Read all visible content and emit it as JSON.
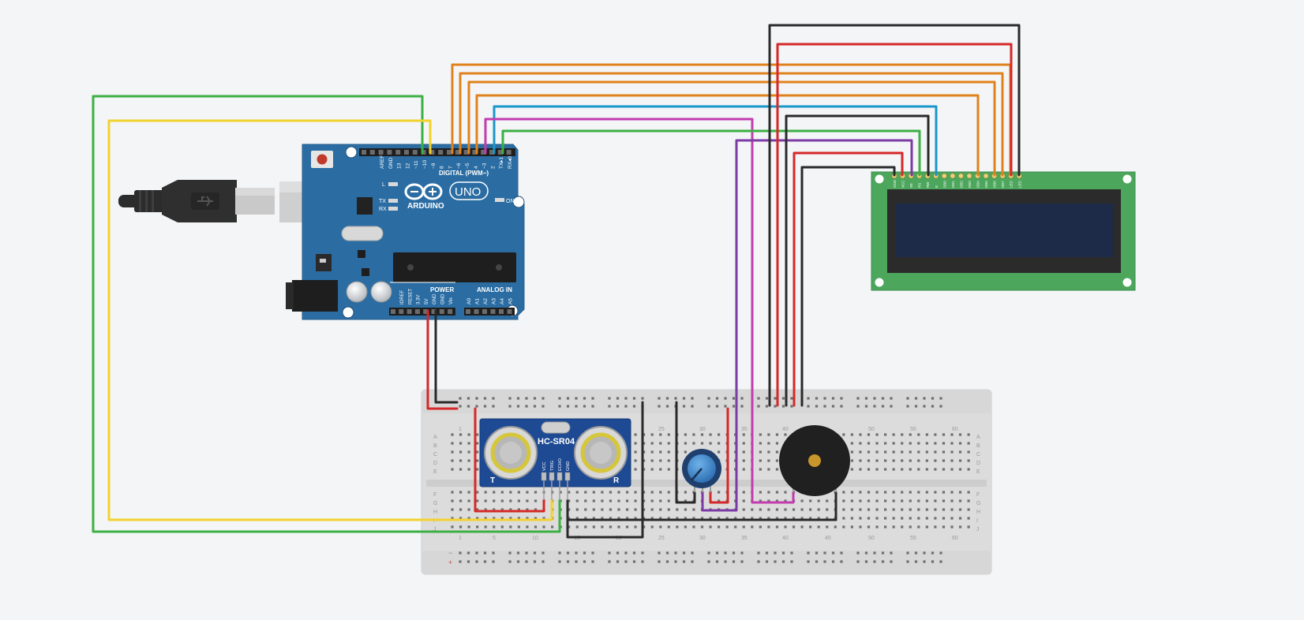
{
  "colors": {
    "background": "#f3f5f7",
    "arduino_board": "#2b6da3",
    "breadboard": "#dcdcdc",
    "lcd_pcb": "#4ca65c",
    "lcd_screen": "#1d2a48",
    "sensor_board": "#1d4a93",
    "wire_green": "#3cb043",
    "wire_yellow": "#f2d22e",
    "wire_orange": "#e0821c",
    "wire_blue": "#1a97c9",
    "wire_magenta": "#c33cae",
    "wire_purple": "#7c3aa5",
    "wire_red": "#d62828",
    "wire_black": "#2a2a2a"
  },
  "arduino": {
    "brand": "ARDUINO",
    "model": "UNO",
    "digital_header_label": "DIGITAL (PWM~)",
    "power_label": "POWER",
    "analog_label": "ANALOG IN",
    "on_label": "ON",
    "led_labels": [
      "L",
      "TX",
      "RX"
    ],
    "digital_pins": [
      "AREF",
      "GND",
      "13",
      "12",
      "~11",
      "~10",
      "~9",
      "8",
      "7",
      "~6",
      "~5",
      "4",
      "~3",
      "2",
      "TX▸1",
      "RX◂0"
    ],
    "power_pins": [
      "IOREF",
      "RESET",
      "3.3V",
      "5V",
      "GND",
      "GND",
      "Vin"
    ],
    "analog_pins": [
      "A0",
      "A1",
      "A2",
      "A3",
      "A4",
      "A5"
    ]
  },
  "usb_cable": {
    "icon": "usb-icon"
  },
  "sensor": {
    "name": "HC-SR04",
    "pins": [
      "VCC",
      "TRIG",
      "ECHO",
      "GND"
    ],
    "left_mark": "T",
    "right_mark": "R"
  },
  "lcd": {
    "pins": [
      "GND",
      "VCC",
      "V0",
      "RS",
      "RW",
      "E",
      "DB0",
      "DB1",
      "DB2",
      "DB3",
      "DB4",
      "DB5",
      "DB6",
      "DB7",
      "LED",
      "LED"
    ]
  },
  "breadboard": {
    "column_numbers": [
      "1",
      "5",
      "10",
      "15",
      "20",
      "25",
      "30",
      "35",
      "40",
      "45",
      "50",
      "55",
      "60"
    ],
    "row_letters_top": [
      "A",
      "B",
      "C",
      "D",
      "E"
    ],
    "row_letters_bottom": [
      "F",
      "G",
      "H",
      "I",
      "J"
    ],
    "rail_minus": "−",
    "rail_plus": "+"
  },
  "potentiometer": {
    "icon": "potentiometer-icon"
  },
  "buzzer": {
    "icon": "buzzer-icon"
  }
}
